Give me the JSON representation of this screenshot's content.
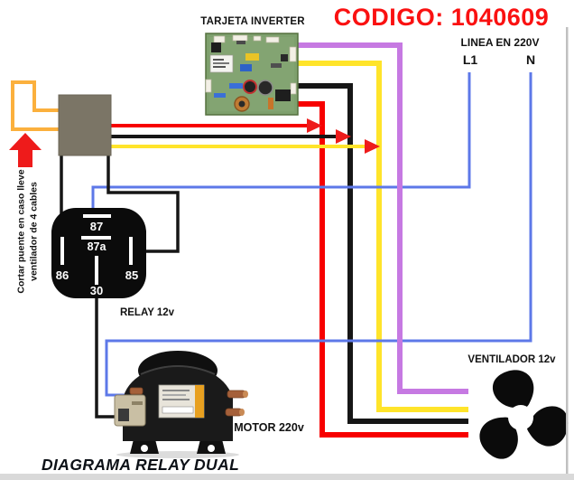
{
  "title": {
    "codigo": "CODIGO: 1040609",
    "diagram": "DIAGRAMA RELAY DUAL"
  },
  "board": {
    "label": "TARJETA INVERTER"
  },
  "line220": {
    "label": "LINEA EN 220V",
    "l1": "L1",
    "n": "N"
  },
  "relay": {
    "label": "RELAY 12v",
    "pins": {
      "p87": "87",
      "p87a": "87a",
      "p86": "86",
      "p85": "85",
      "p30": "30"
    }
  },
  "motor": {
    "label": "MOTOR 220v"
  },
  "fan": {
    "label": "VENTILADOR 12v"
  },
  "note": {
    "line1": "Cortar puente en caso lleve",
    "line2": "ventilador de 4 cables"
  },
  "colors": {
    "wire_red": "#F70000",
    "wire_black": "#161616",
    "wire_yellow": "#FFE42A",
    "wire_purple": "#C679E2",
    "wire_blue": "#5D78E8",
    "wire_orange": "#FBB03D",
    "connector_box": "#7B7566",
    "arrow_red": "#EE1B1B",
    "codigo_red": "#FA1111"
  }
}
